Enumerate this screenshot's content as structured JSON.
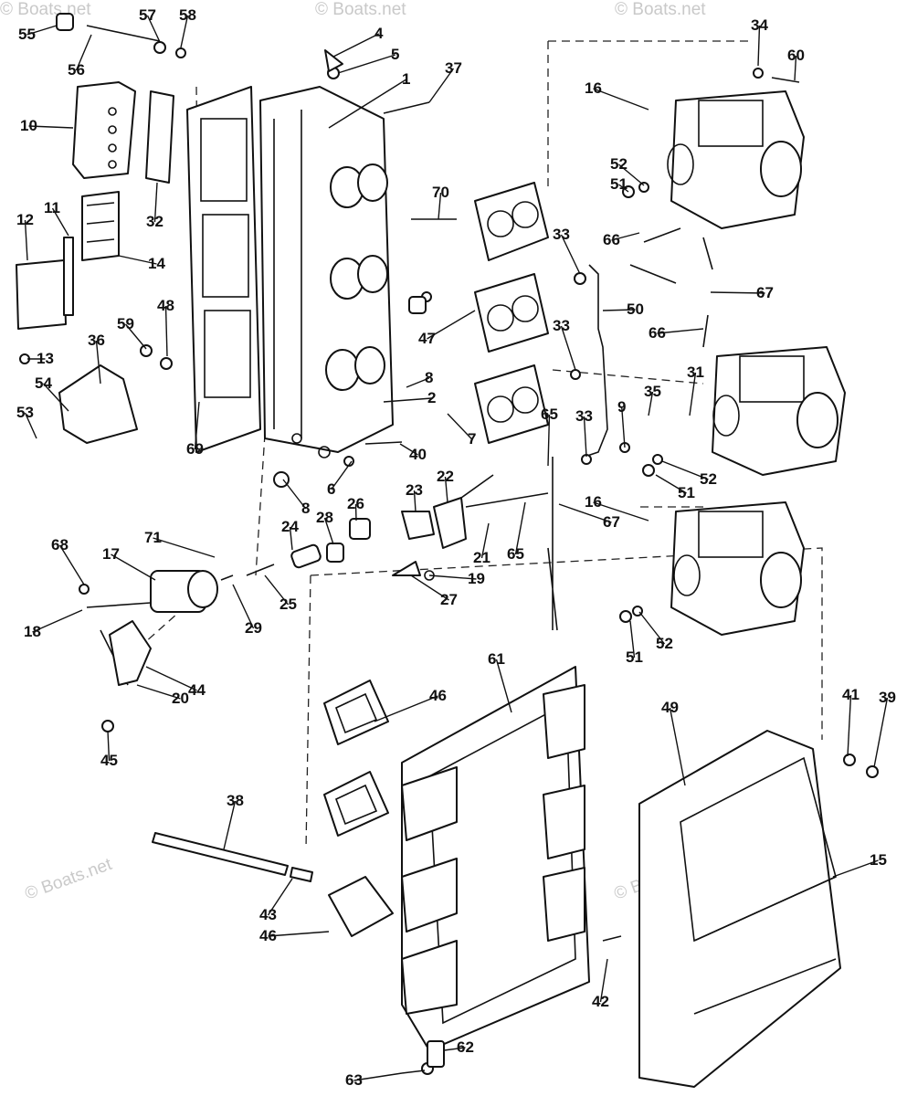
{
  "watermark": "© Boats.net",
  "callouts": [
    "1",
    "2",
    "4",
    "5",
    "6",
    "7",
    "8",
    "8",
    "9",
    "10",
    "11",
    "12",
    "13",
    "14",
    "15",
    "16",
    "16",
    "17",
    "18",
    "19",
    "20",
    "21",
    "22",
    "23",
    "24",
    "25",
    "26",
    "27",
    "28",
    "29",
    "31",
    "32",
    "33",
    "33",
    "33",
    "34",
    "35",
    "36",
    "37",
    "38",
    "39",
    "40",
    "41",
    "42",
    "43",
    "44",
    "45",
    "46",
    "46",
    "47",
    "48",
    "49",
    "50",
    "51",
    "51",
    "51",
    "52",
    "52",
    "52",
    "53",
    "54",
    "55",
    "56",
    "57",
    "58",
    "59",
    "60",
    "61",
    "62",
    "63",
    "65",
    "65",
    "66",
    "66",
    "67",
    "67",
    "68",
    "69",
    "70",
    "71"
  ]
}
